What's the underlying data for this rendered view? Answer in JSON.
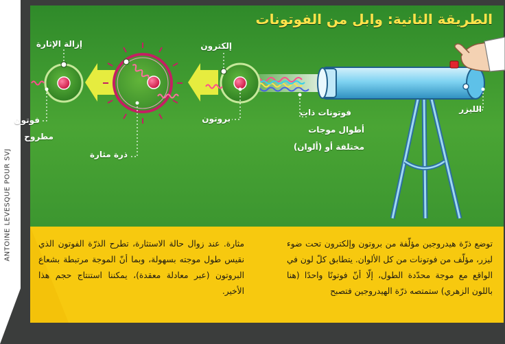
{
  "title": "الطريقة الثانية: وابل من الفوتونات",
  "credit": "ANTOINE LEVESQUE POUR SVJ",
  "labels": {
    "laser": "الليزر",
    "photons_colors_1": "فوتونات ذات",
    "photons_colors_2": "أطوال موجات",
    "photons_colors_3": "مختلفة أو (ألوان)",
    "electron": "إلكترون",
    "proton": "بروتون",
    "excited_atom": "ذرة مثارة",
    "de_excitation": "إزالة الإثارة",
    "photon_emitted_1": "فوتون",
    "photon_emitted_2": "مطروح"
  },
  "paragraphs": {
    "right": "توضع ذرّة هيدروجين مؤلّفة من بروتون وإلكترون تحت ضوء ليزر، مؤلّف من فوتونات من كل الألوان. يتطابق كلّ لون في الواقع مع موجة محدّدة الطول، إلّا أنّ فوتونًا واحدًا (هنا باللون الزهري) ستمتصه ذرّة الهيدروجين فتصبح",
    "left": "مثارة. عند زوال حالة الاستثارة، تطرح الذرّة الفوتون الذي نقيس طول موجته بسهولة، وبما أنّ الموجة مرتبطة بشعاع البروتون (عبر معادلة معقدة)، يمكننا استنتاج حجم هذا الأخير."
  },
  "colors": {
    "green_bg": "#3f9c2e",
    "yellow_panel": "#f7c90f",
    "proton_pink": "#e0245e",
    "excited_purple": "#c41f63",
    "title_yellow": "#ffe34a",
    "laser_blue": "#7fd3f2"
  }
}
